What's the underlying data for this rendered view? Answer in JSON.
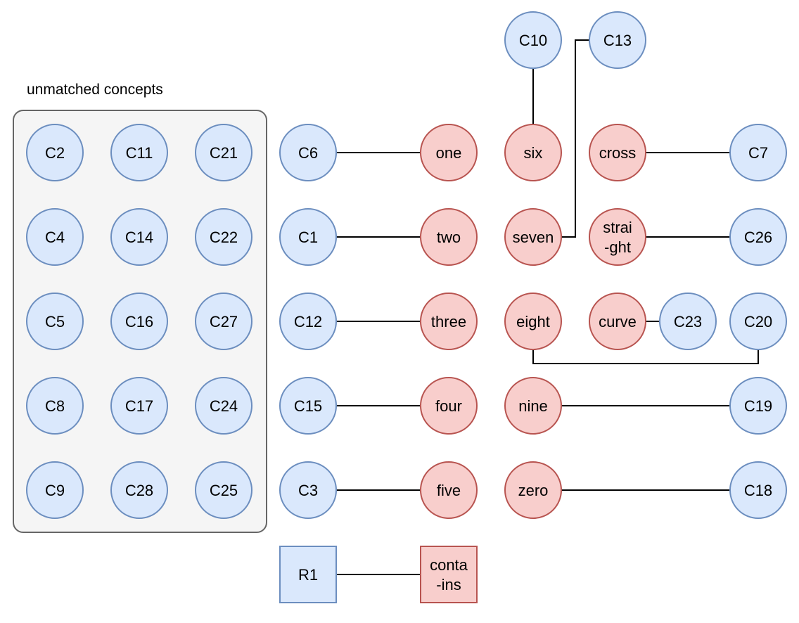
{
  "title": "unmatched concepts",
  "colors": {
    "concept_fill": "#dae8fc",
    "concept_stroke": "#6c8ebf",
    "label_fill": "#f8cecc",
    "label_stroke": "#b85450",
    "group_fill": "#f5f5f5",
    "group_stroke": "#666666",
    "edge": "#000000"
  },
  "unmatched": [
    "C2",
    "C11",
    "C21",
    "C4",
    "C14",
    "C22",
    "C5",
    "C16",
    "C27",
    "C8",
    "C17",
    "C24",
    "C9",
    "C28",
    "C25"
  ],
  "nodes": {
    "C6": {
      "text": "C6"
    },
    "C1": {
      "text": "C1"
    },
    "C12": {
      "text": "C12"
    },
    "C15": {
      "text": "C15"
    },
    "C3": {
      "text": "C3"
    },
    "one": {
      "text": "one"
    },
    "two": {
      "text": "two"
    },
    "three": {
      "text": "three"
    },
    "four": {
      "text": "four"
    },
    "five": {
      "text": "five"
    },
    "C10": {
      "text": "C10"
    },
    "C13": {
      "text": "C13"
    },
    "six": {
      "text": "six"
    },
    "seven": {
      "text": "seven"
    },
    "eight": {
      "text": "eight"
    },
    "nine": {
      "text": "nine"
    },
    "zero": {
      "text": "zero"
    },
    "cross": {
      "text": "cross"
    },
    "straight": {
      "text": "strai\n-ght"
    },
    "curve": {
      "text": "curve"
    },
    "C7": {
      "text": "C7"
    },
    "C26": {
      "text": "C26"
    },
    "C23": {
      "text": "C23"
    },
    "C20": {
      "text": "C20"
    },
    "C19": {
      "text": "C19"
    },
    "C18": {
      "text": "C18"
    },
    "R1": {
      "text": "R1"
    },
    "contains": {
      "text": "conta\n-ins"
    }
  },
  "edges": [
    [
      "C6",
      "one"
    ],
    [
      "C1",
      "two"
    ],
    [
      "C12",
      "three"
    ],
    [
      "C15",
      "four"
    ],
    [
      "C3",
      "five"
    ],
    [
      "C10",
      "six"
    ],
    [
      "seven",
      "C13"
    ],
    [
      "cross",
      "C7"
    ],
    [
      "straight",
      "C26"
    ],
    [
      "curve",
      "C23"
    ],
    [
      "eight",
      "C20"
    ],
    [
      "nine",
      "C19"
    ],
    [
      "zero",
      "C18"
    ],
    [
      "R1",
      "contains"
    ]
  ]
}
